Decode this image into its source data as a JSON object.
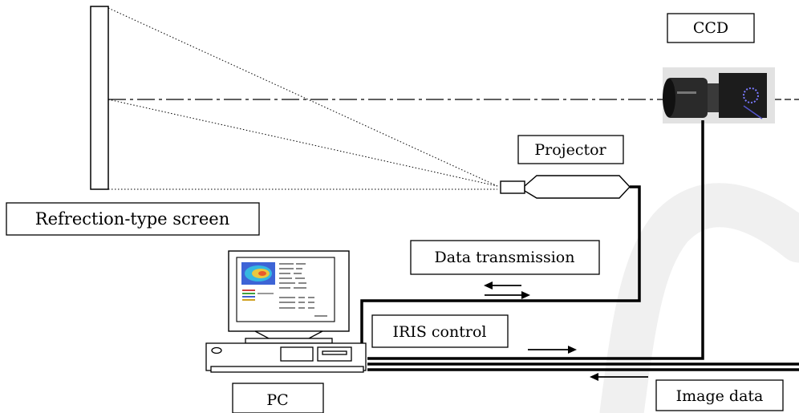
{
  "labels": {
    "ccd": "CCD",
    "projector": "Projector",
    "screen": "Refrection-type screen",
    "data_transmission": "Data transmission",
    "iris_control": "IRIS control",
    "pc": "PC",
    "image_data": "Image data"
  },
  "colors": {
    "line": "#000000",
    "background": "#ffffff",
    "watermark": "#f0f0f0"
  },
  "icons": [
    "ccd-camera-icon",
    "projector-icon",
    "pc-monitor-icon",
    "pc-tower-icon"
  ]
}
